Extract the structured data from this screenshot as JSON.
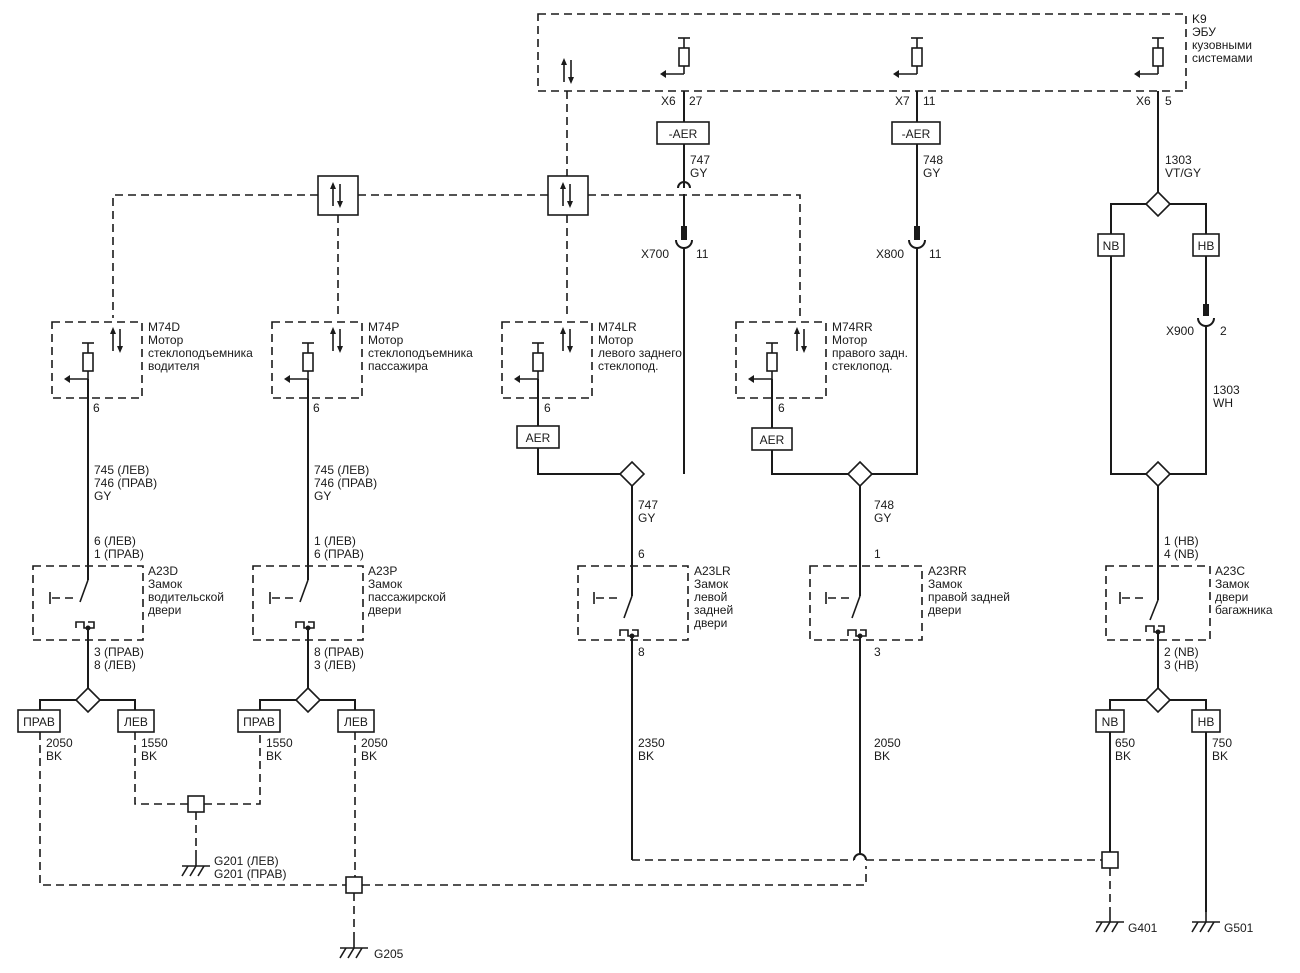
{
  "k9": {
    "ref": "K9",
    "lines": [
      "ЭБУ",
      "кузовными",
      "системами"
    ],
    "pins": [
      {
        "conn": "X6",
        "pin": "27"
      },
      {
        "conn": "X7",
        "pin": "11"
      },
      {
        "conn": "X6",
        "pin": "5"
      }
    ]
  },
  "feeds": {
    "left_aer": "-AER",
    "right_aer": "-AER",
    "w747": [
      "747",
      "GY"
    ],
    "w748": [
      "748",
      "GY"
    ],
    "w1303": [
      "1303",
      "VT/GY"
    ]
  },
  "connectors": [
    {
      "name": "X700",
      "pin": "11"
    },
    {
      "name": "X800",
      "pin": "11"
    },
    {
      "name": "X900",
      "pin": "2"
    }
  ],
  "motors": [
    {
      "ref": "M74D",
      "lines": [
        "Мотор",
        "стеклоподъемника",
        "водителя"
      ],
      "pin": "6"
    },
    {
      "ref": "M74P",
      "lines": [
        "Мотор",
        "стеклоподъемника",
        "пассажира"
      ],
      "pin": "6"
    },
    {
      "ref": "M74LR",
      "lines": [
        "Мотор",
        "левого заднего",
        "стеклопод."
      ],
      "pin": "6"
    },
    {
      "ref": "M74RR",
      "lines": [
        "Мотор",
        "правого задн.",
        "стеклопод."
      ],
      "pin": "6"
    }
  ],
  "aer_tags": [
    "AER",
    "AER"
  ],
  "tags": {
    "nb": "NB",
    "hb": "HB",
    "prav": "ПРАВ",
    "lev": "ЛЕВ"
  },
  "wires": {
    "front_motor": [
      "745 (ЛЕВ)",
      "746 (ПРАВ)",
      "GY"
    ],
    "rear_left": [
      "747",
      "GY"
    ],
    "rear_right": [
      "748",
      "GY"
    ],
    "trunk_wh": [
      "1303",
      "WH"
    ]
  },
  "locks": [
    {
      "ref": "A23D",
      "lines": [
        "Замок",
        "водительской",
        "двери"
      ],
      "top": [
        "6 (ЛЕВ)",
        "1 (ПРАВ)"
      ],
      "bottom": [
        "3 (ПРАВ)",
        "8 (ЛЕВ)"
      ]
    },
    {
      "ref": "A23P",
      "lines": [
        "Замок",
        "пассажирской",
        "двери"
      ],
      "top": [
        "1 (ЛЕВ)",
        "6 (ПРАВ)"
      ],
      "bottom": [
        "8 (ПРАВ)",
        "3 (ЛЕВ)"
      ]
    },
    {
      "ref": "A23LR",
      "lines": [
        "Замок",
        "левой",
        "задней",
        "двери"
      ],
      "top": [
        "6"
      ],
      "bottom": [
        "8"
      ]
    },
    {
      "ref": "A23RR",
      "lines": [
        "Замок",
        "правой задней",
        "двери"
      ],
      "top": [
        "1"
      ],
      "bottom": [
        "3"
      ]
    },
    {
      "ref": "A23C",
      "lines": [
        "Замок",
        "двери",
        "багажника"
      ],
      "top": [
        "1 (HB)",
        "4 (NB)"
      ],
      "bottom": [
        "2 (NB)",
        "3 (HB)"
      ]
    }
  ],
  "grounds": {
    "g201": [
      "G201 (ЛЕВ)",
      "G201 (ПРАВ)"
    ],
    "g205": "G205",
    "g401": "G401",
    "g501": "G501"
  },
  "ground_wires": [
    {
      "lines": [
        "2050",
        "BK"
      ]
    },
    {
      "lines": [
        "1550",
        "BK"
      ]
    },
    {
      "lines": [
        "1550",
        "BK"
      ]
    },
    {
      "lines": [
        "2050",
        "BK"
      ]
    },
    {
      "lines": [
        "2350",
        "BK"
      ]
    },
    {
      "lines": [
        "2050",
        "BK"
      ]
    },
    {
      "lines": [
        "650",
        "BK"
      ]
    },
    {
      "lines": [
        "750",
        "BK"
      ]
    }
  ]
}
